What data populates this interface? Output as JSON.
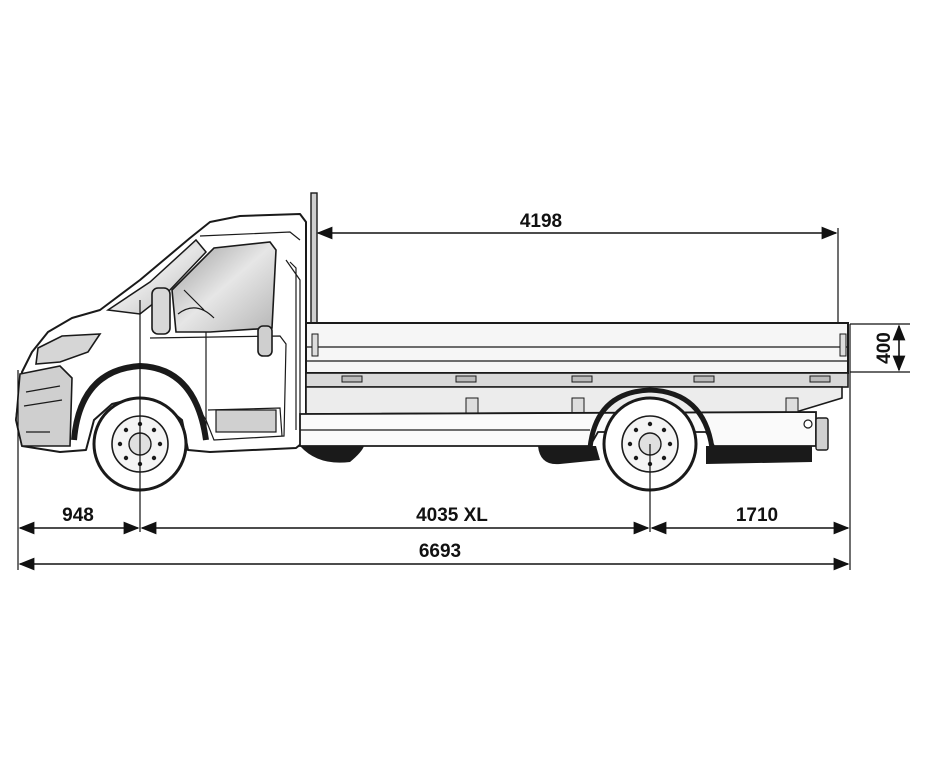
{
  "diagram": {
    "dimensions": {
      "load_length": "4198",
      "side_height": "400",
      "front_overhang": "948",
      "wheelbase": "4035 XL",
      "rear_overhang": "1710",
      "overall_length": "6693"
    },
    "colors": {
      "line": "#1a1a1a",
      "body_fill": "#f2f2f2",
      "glass": "#cfcfcf",
      "tyre": "#ffffff"
    }
  }
}
